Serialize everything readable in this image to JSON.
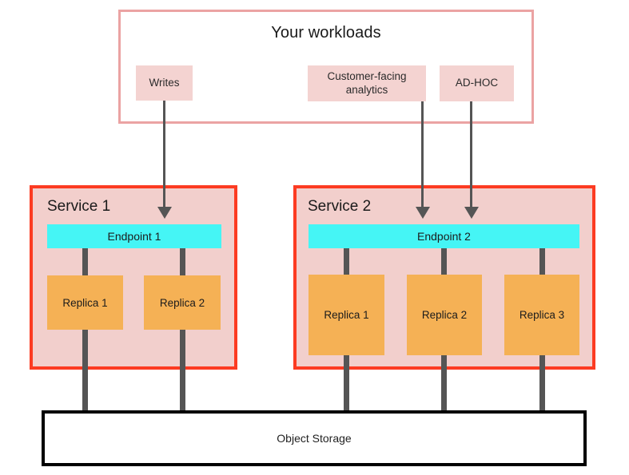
{
  "diagram": {
    "title": "Your workloads",
    "workloads": [
      {
        "label": "Writes",
        "target": "Endpoint 1"
      },
      {
        "label": "Customer-facing analytics",
        "target": "Endpoint 2"
      },
      {
        "label": "AD-HOC",
        "target": "Endpoint 2"
      }
    ],
    "services": [
      {
        "title": "Service 1",
        "endpoint": "Endpoint 1",
        "replicas": [
          "Replica 1",
          "Replica 2"
        ]
      },
      {
        "title": "Service 2",
        "endpoint": "Endpoint 2",
        "replicas": [
          "Replica 1",
          "Replica 2",
          "Replica 3"
        ]
      }
    ],
    "storage": {
      "label": "Object Storage"
    },
    "colors": {
      "workload_border": "#eba3a3",
      "workload_chip": "#f4d3d1",
      "service_border": "#fc3b22",
      "service_fill": "#f2cfcc",
      "endpoint_fill": "#45f5f5",
      "replica_fill": "#f5b155",
      "connector": "#555555",
      "storage_border": "#000000",
      "background": "#ffffff"
    }
  }
}
